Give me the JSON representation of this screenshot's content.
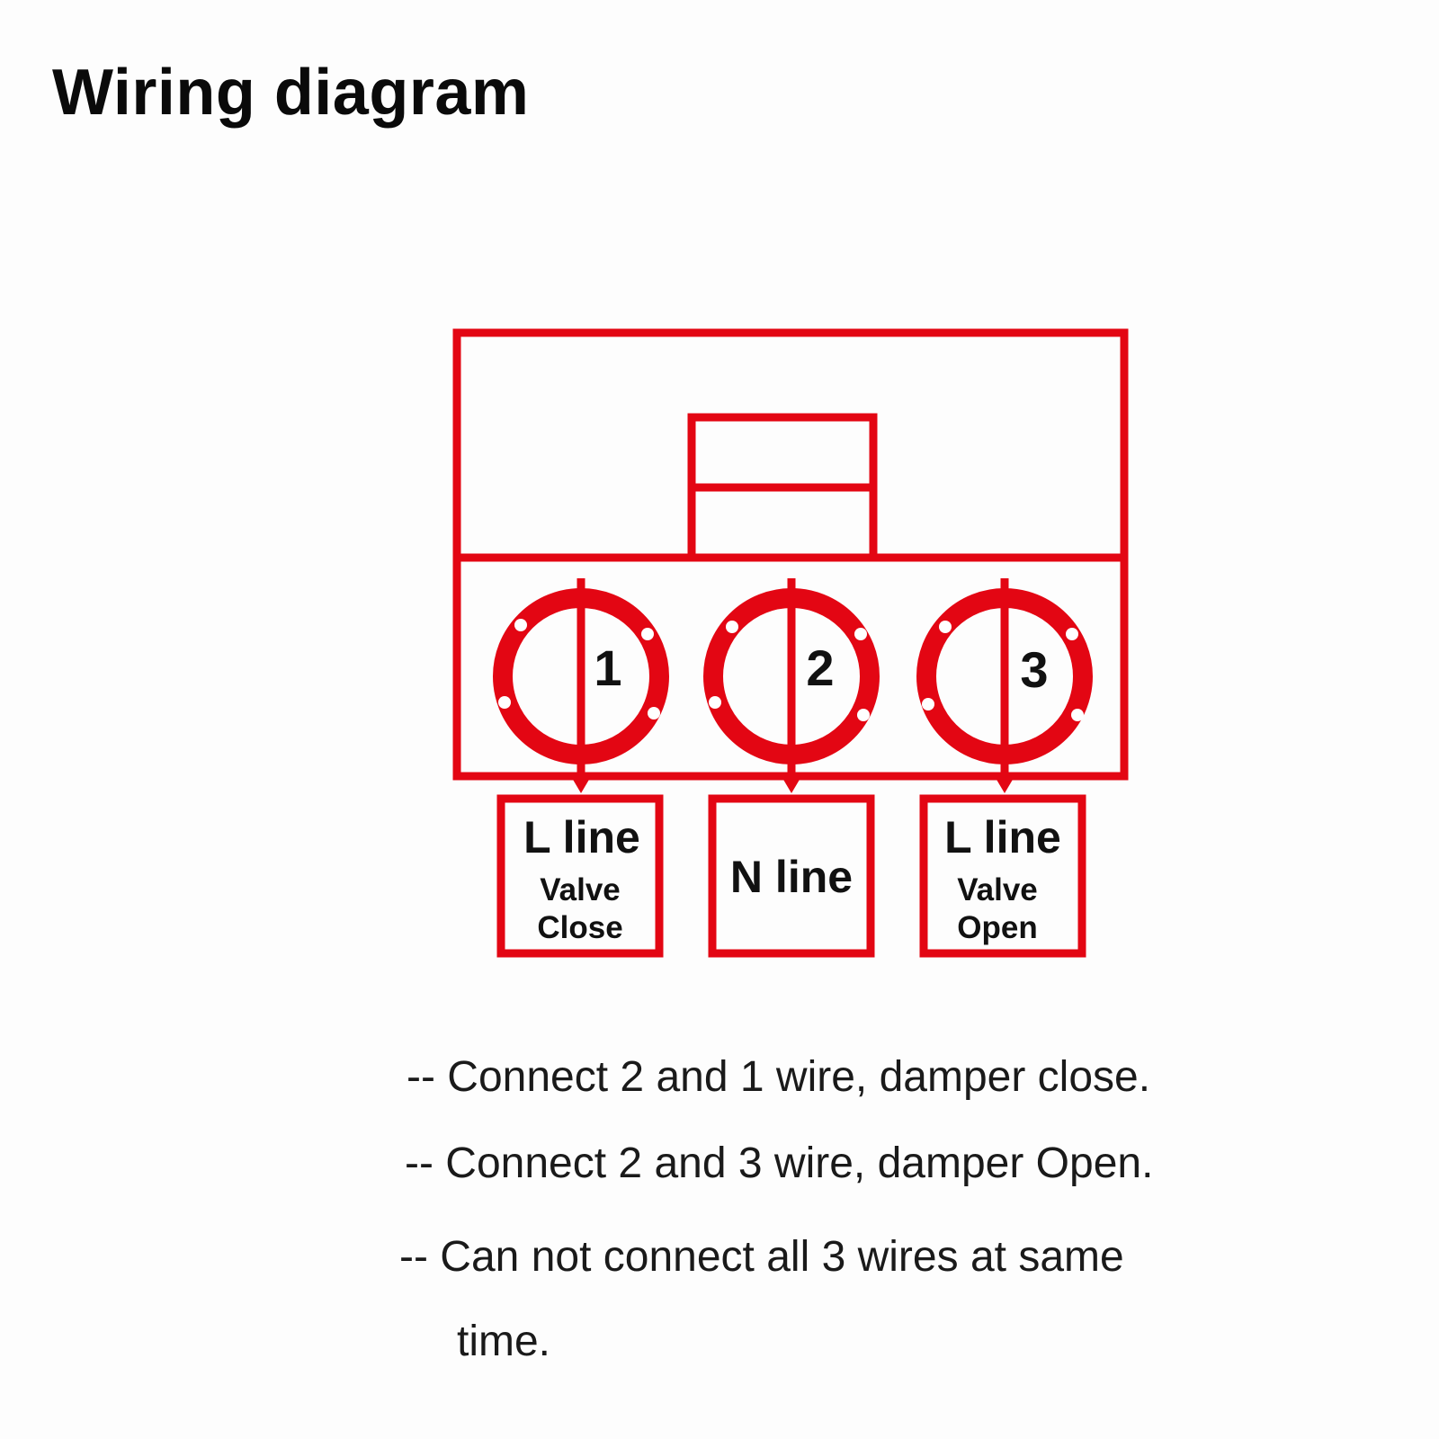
{
  "title": "Wiring diagram",
  "colors": {
    "line": "#e30613",
    "text": "#111111",
    "background": "#fdfdfd"
  },
  "terminals": [
    {
      "number": "1",
      "label": "L line",
      "sublabel_1": "Valve",
      "sublabel_2": "Close"
    },
    {
      "number": "2",
      "label": "N line",
      "sublabel_1": "",
      "sublabel_2": ""
    },
    {
      "number": "3",
      "label": "L line",
      "sublabel_1": "Valve",
      "sublabel_2": "Open"
    }
  ],
  "notes": [
    "-- Connect 2 and 1 wire, damper close.",
    "-- Connect 2 and 3 wire, damper Open.",
    "-- Can not connect all 3 wires at same",
    "time."
  ]
}
